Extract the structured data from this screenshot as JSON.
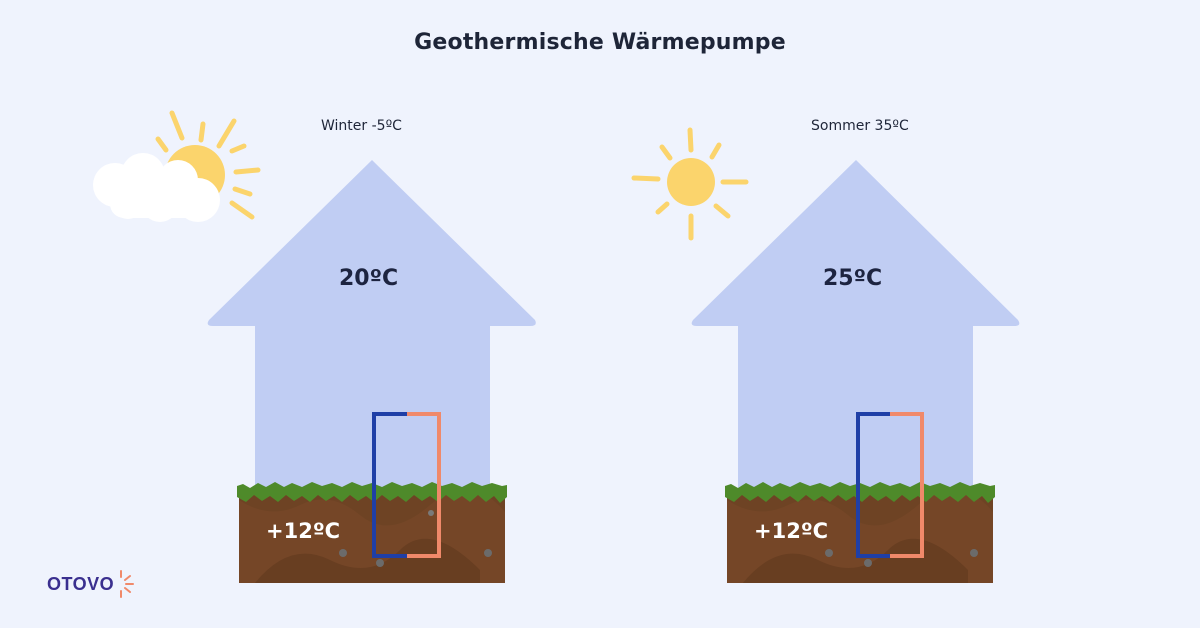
{
  "title": "Geothermische Wärmepumpe",
  "houses": [
    {
      "id": "winter",
      "season_label": "Winter -5ºC",
      "indoor_temp": "20ºC",
      "ground_temp": "+12ºC",
      "weather_icon": "sun-behind-cloud-icon"
    },
    {
      "id": "summer",
      "season_label": "Sommer 35ºC",
      "indoor_temp": "25ºC",
      "ground_temp": "+12ºC",
      "weather_icon": "sun-icon"
    }
  ],
  "colors": {
    "background": "#eff3fd",
    "house": "#c0cdf3",
    "cold_pipe": "#1f3fa6",
    "warm_pipe": "#f0896a",
    "grass": "#4e8a2a",
    "soil": "#6e4324",
    "sun": "#fbd46c"
  },
  "logo": {
    "text": "OTOVO"
  }
}
